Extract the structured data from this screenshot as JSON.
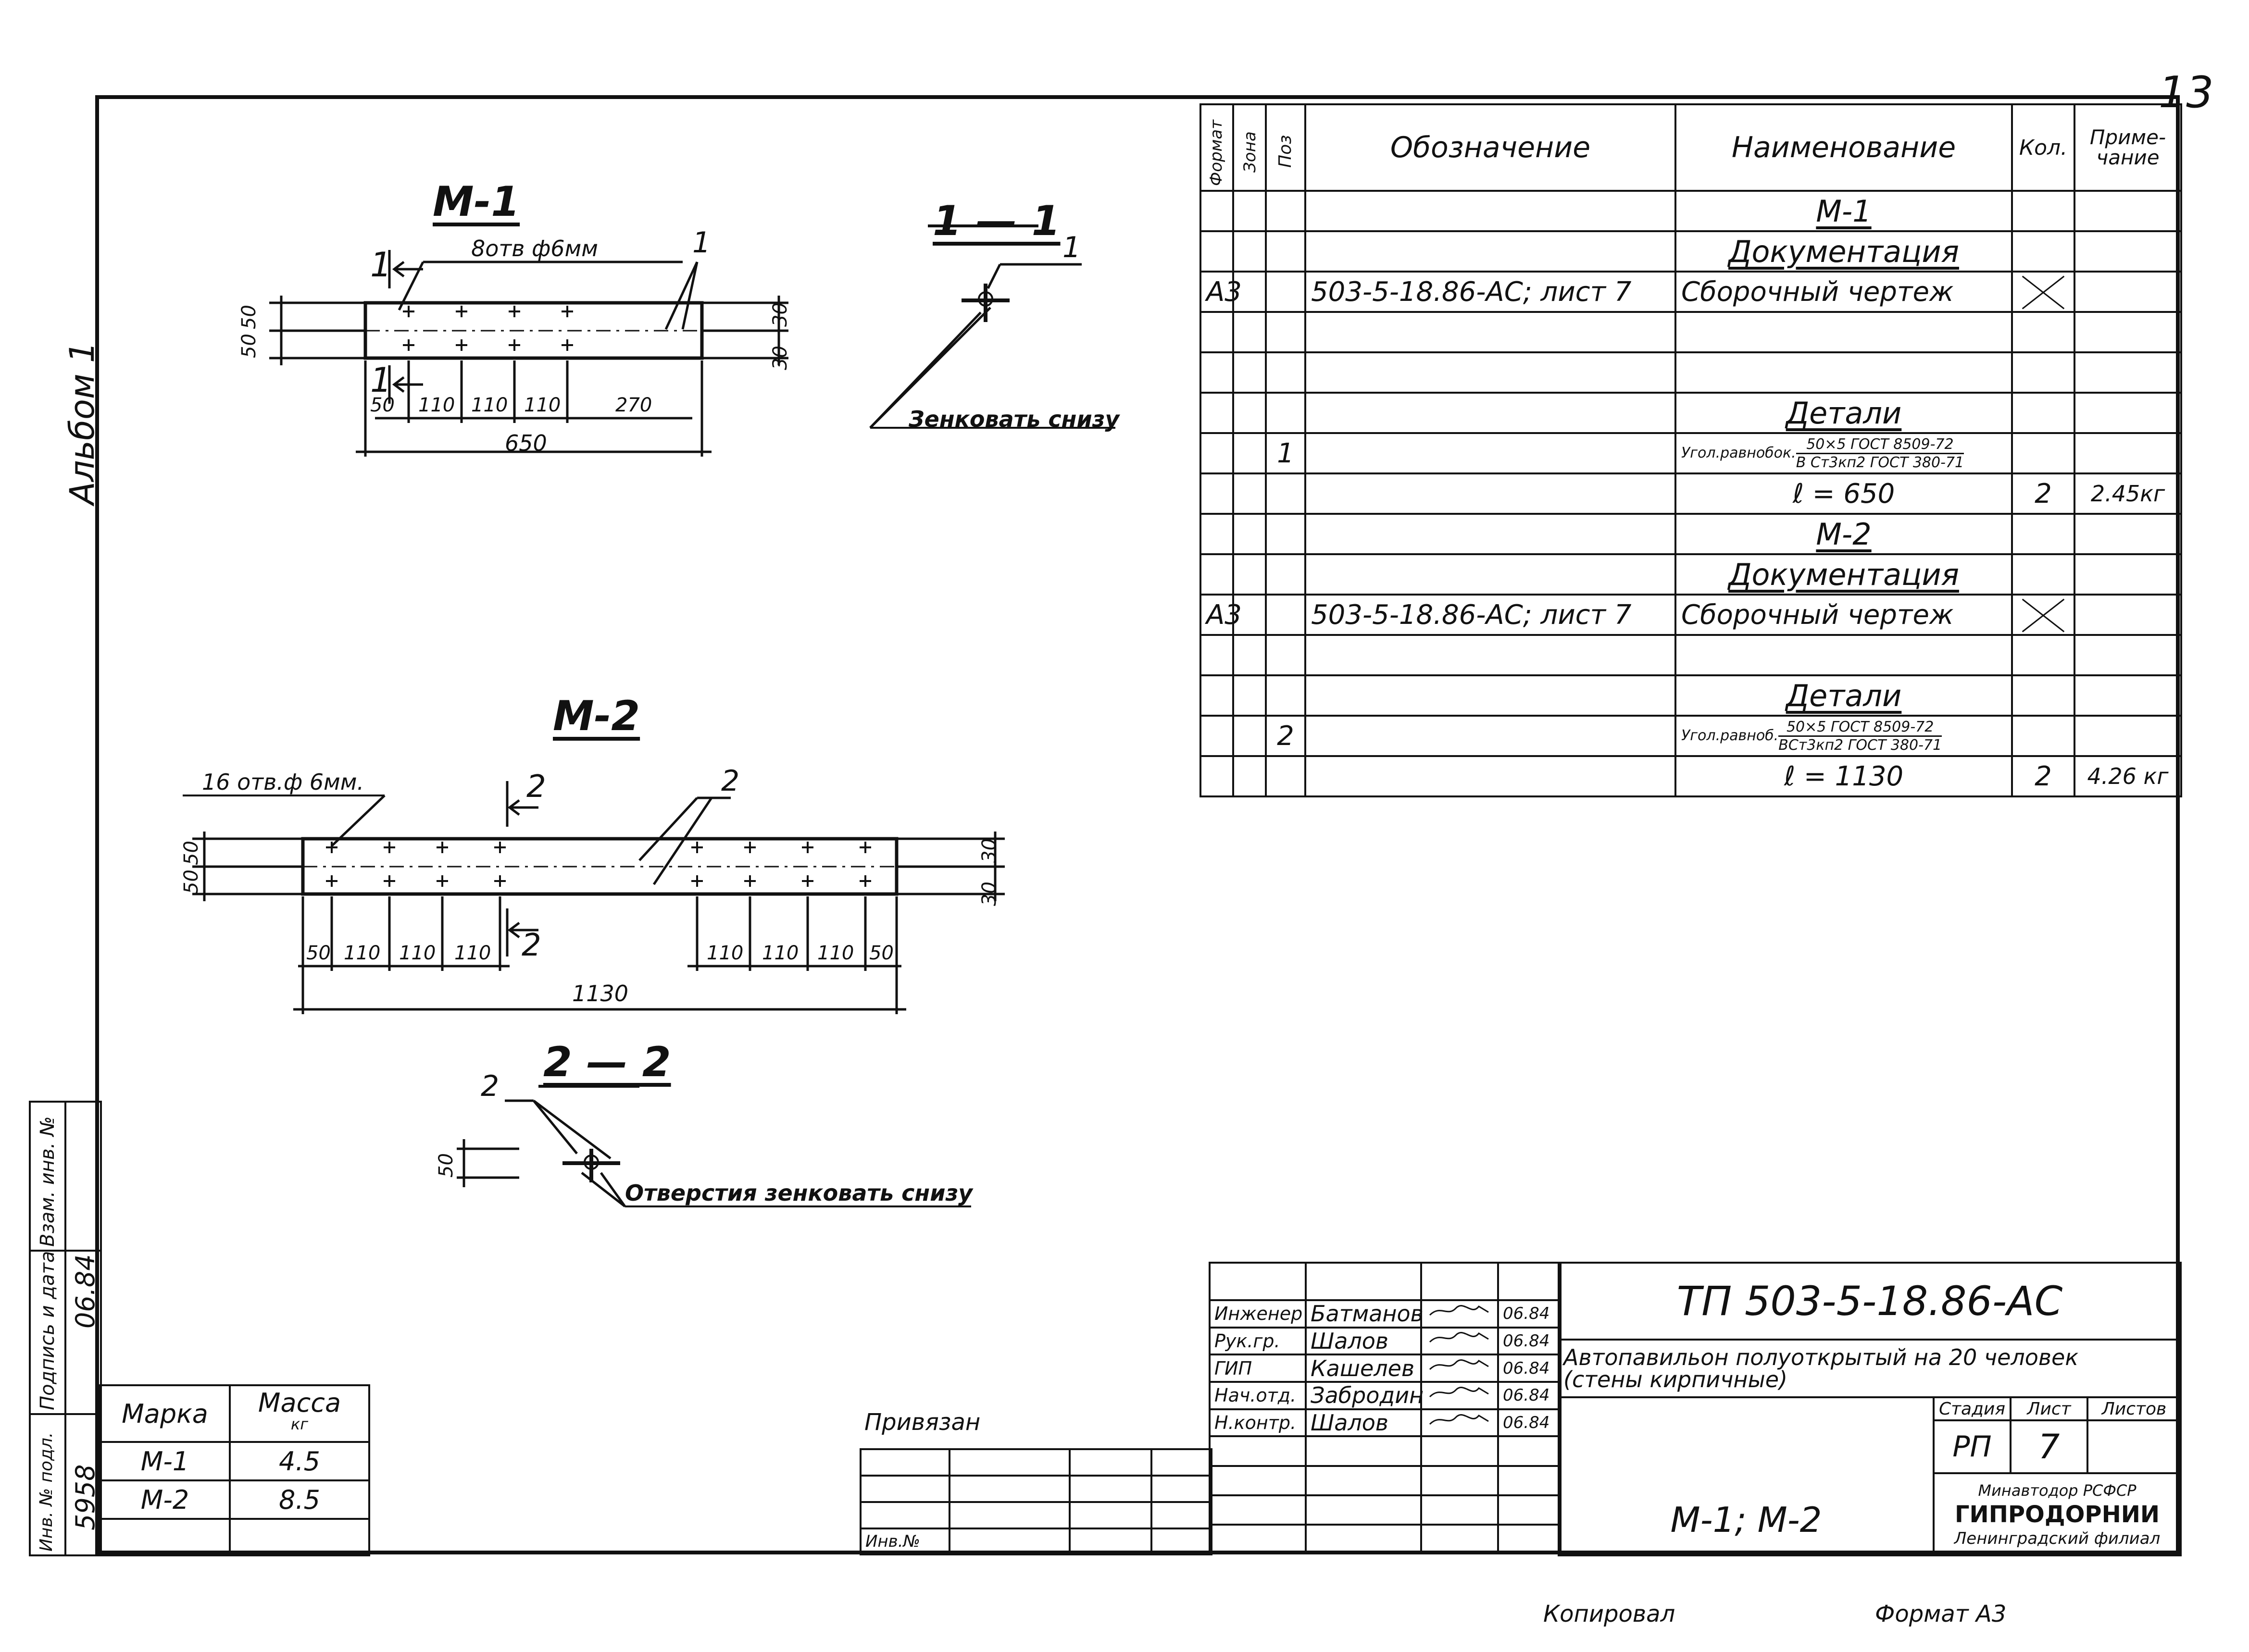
{
  "page_number": "13",
  "album_label": "Альбом 1",
  "views": {
    "m1": {
      "title": "М-1",
      "holes_note": "8отв ф6мм",
      "pos_label": "1",
      "section_mark": "1",
      "dims_left": [
        "50",
        "50"
      ],
      "dims_right": [
        "30",
        "30"
      ],
      "dims_bottom": [
        "50",
        "110",
        "110",
        "110",
        "270"
      ],
      "overall": "650"
    },
    "m2": {
      "title": "М-2",
      "holes_note": "16 отв.ф 6мм.",
      "pos_label": "2",
      "section_mark": "2",
      "dims_left": [
        "50",
        "50"
      ],
      "dims_right": [
        "30",
        "30"
      ],
      "dims_bottom_left": [
        "50",
        "110",
        "110",
        "110"
      ],
      "dims_bottom_right": [
        "110",
        "110",
        "110",
        "50"
      ],
      "overall": "1130"
    },
    "sec1": {
      "title": "1 — 1",
      "pos_label": "1",
      "note": "Зенковать снизу"
    },
    "sec2": {
      "title": "2 — 2",
      "pos_label": "2",
      "dim": "50",
      "note": "Отверстия зенковать снизу"
    }
  },
  "spec": {
    "headers": {
      "format": "Формат",
      "zone": "Зона",
      "pos": "Поз",
      "designation": "Обозначение",
      "name": "Наименование",
      "qty": "Кол.",
      "note": "Приме-чание"
    },
    "rows": [
      {
        "format": "",
        "pos": "",
        "designation": "",
        "name": "М-1",
        "qty": "",
        "note": "",
        "style": "title"
      },
      {
        "format": "",
        "pos": "",
        "designation": "",
        "name": "Документация",
        "qty": "",
        "note": "",
        "style": "title"
      },
      {
        "format": "А3",
        "pos": "",
        "designation": "503-5-18.86-АС; лист 7",
        "name": "Сборочный чертеж",
        "qty": "",
        "note": "",
        "style": "cross"
      },
      {
        "format": "",
        "pos": "",
        "designation": "",
        "name": "",
        "qty": "",
        "note": "",
        "style": ""
      },
      {
        "format": "",
        "pos": "",
        "designation": "",
        "name": "",
        "qty": "",
        "note": "",
        "style": ""
      },
      {
        "format": "",
        "pos": "",
        "designation": "",
        "name": "Детали",
        "qty": "",
        "note": "",
        "style": "title"
      },
      {
        "format": "",
        "pos": "1",
        "designation": "",
        "name_prefix": "Угол.равнобок.",
        "name_num": "50×5 ГОСТ 8509-72",
        "name_den": "В Ст3кп2 ГОСТ 380-71",
        "qty": "",
        "note": "",
        "style": "frac"
      },
      {
        "format": "",
        "pos": "",
        "designation": "",
        "name": "ℓ = 650",
        "qty": "2",
        "note": "2.45кг",
        "style": "right"
      },
      {
        "format": "",
        "pos": "",
        "designation": "",
        "name": "М-2",
        "qty": "",
        "note": "",
        "style": "title"
      },
      {
        "format": "",
        "pos": "",
        "designation": "",
        "name": "Документация",
        "qty": "",
        "note": "",
        "style": "title"
      },
      {
        "format": "А3",
        "pos": "",
        "designation": "503-5-18.86-АС; лист 7",
        "name": "Сборочный чертеж",
        "qty": "",
        "note": "",
        "style": "cross"
      },
      {
        "format": "",
        "pos": "",
        "designation": "",
        "name": "",
        "qty": "",
        "note": "",
        "style": ""
      },
      {
        "format": "",
        "pos": "",
        "designation": "",
        "name": "Детали",
        "qty": "",
        "note": "",
        "style": "title"
      },
      {
        "format": "",
        "pos": "2",
        "designation": "",
        "name_prefix": "Угол.равноб.",
        "name_num": "50×5 ГОСТ 8509-72",
        "name_den": "ВСт3кп2 ГОСТ 380-71",
        "qty": "",
        "note": "",
        "style": "frac"
      },
      {
        "format": "",
        "pos": "",
        "designation": "",
        "name": "ℓ = 1130",
        "qty": "2",
        "note": "4.26 кг",
        "style": "right"
      }
    ]
  },
  "mass_table": {
    "headers": {
      "mark": "Марка",
      "mass": "Масса",
      "unit": "кг"
    },
    "rows": [
      {
        "mark": "М-1",
        "mass": "4.5"
      },
      {
        "mark": "М-2",
        "mass": "8.5"
      }
    ]
  },
  "binding_block": {
    "label": "Привязан",
    "inv_label": "Инв.№"
  },
  "left_strip": {
    "inv_orig": "Инв. № подл.",
    "sign_date": "Подпись и дата",
    "inv_repl": "Взам. инв. №",
    "inv_value": "5958",
    "date_value": "06.84"
  },
  "title_block": {
    "code": "ТП 503-5-18.86-АС",
    "object": "Автопавильон полуоткрытый на 20 человек",
    "object2": "(стены кирпичные)",
    "sheet_name": "М-1; М-2",
    "people": [
      {
        "role": "Инженер",
        "name": "Батманов",
        "date": "06.84"
      },
      {
        "role": "Рук.гр.",
        "name": "Шалов",
        "date": "06.84"
      },
      {
        "role": "ГИП",
        "name": "Кашелев",
        "date": "06.84"
      },
      {
        "role": "Нач.отд.",
        "name": "Забродин",
        "date": "06.84"
      },
      {
        "role": "Н.контр.",
        "name": "Шалов",
        "date": "06.84"
      }
    ],
    "stage_label": "Стадия",
    "sheet_label": "Лист",
    "sheets_label": "Листов",
    "stage": "РП",
    "sheet": "7",
    "sheets": "",
    "org1": "Минавтодор РСФСР",
    "org2": "ГИПРОДОРНИИ",
    "org3": "Ленинградский филиал"
  },
  "footer": {
    "copied": "Копировал",
    "format": "Формат А3"
  }
}
